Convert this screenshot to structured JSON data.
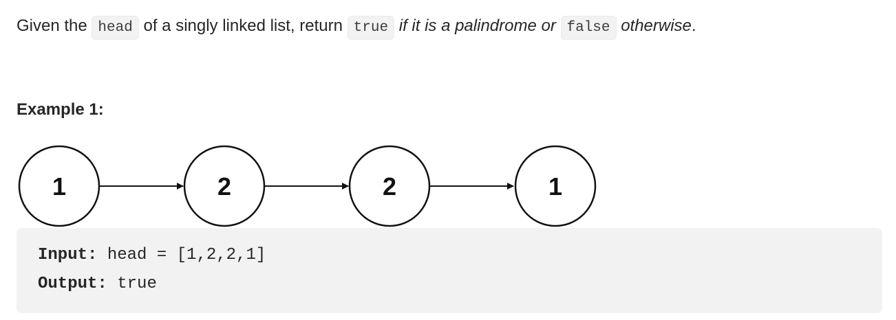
{
  "description": {
    "prefix": "Given the",
    "head_code": "head",
    "middle": "of a singly linked list, return",
    "true_code": "true",
    "italic_a": "if it is a palindrome or",
    "false_code": "false",
    "italic_b": "otherwise",
    "end": "."
  },
  "example": {
    "title": "Example 1:",
    "nodes": [
      "1",
      "2",
      "2",
      "1"
    ],
    "input_label": "Input:",
    "input_value": "head = [1,2,2,1]",
    "output_label": "Output:",
    "output_value": "true"
  },
  "colors": {
    "text": "#262626",
    "code_background": "#f2f2f3",
    "node_stroke": "#111111"
  }
}
